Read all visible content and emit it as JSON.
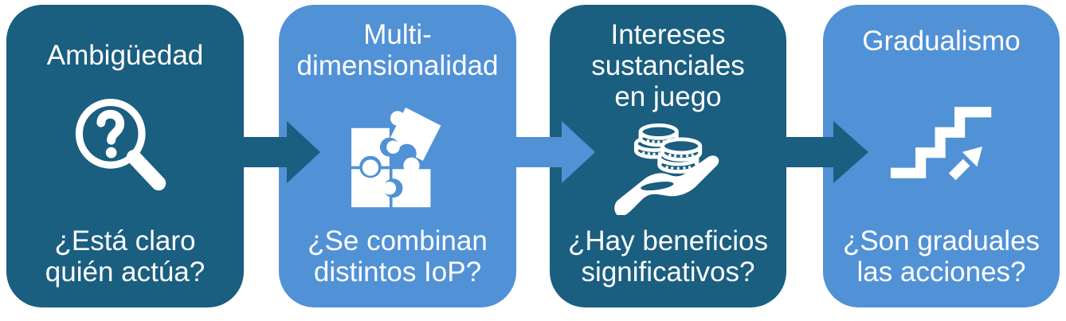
{
  "colors": {
    "dark_card": "#1A5E80",
    "light_card": "#5191D6",
    "text": "#FFFFFF",
    "background": "#FFFFFF"
  },
  "steps": [
    {
      "name": "ambiguedad",
      "theme": "dark",
      "icon": "magnifier-question-icon",
      "title_lines": [
        "Ambigüedad"
      ],
      "question_lines": [
        "¿Está claro",
        "quién actúa?"
      ]
    },
    {
      "name": "multidimensionalidad",
      "theme": "light",
      "icon": "puzzle-pieces-icon",
      "title_lines": [
        "Multi-",
        "dimensionalidad"
      ],
      "question_lines": [
        "¿Se combinan",
        "distintos IoP?"
      ]
    },
    {
      "name": "intereses-sustanciales",
      "theme": "dark",
      "icon": "coins-in-hand-icon",
      "title_lines": [
        "Intereses",
        "sustanciales",
        "en juego"
      ],
      "question_lines": [
        "¿Hay beneficios",
        "significativos?"
      ]
    },
    {
      "name": "gradualismo",
      "theme": "light",
      "icon": "stairs-growth-icon",
      "title_lines": [
        "Gradualismo"
      ],
      "question_lines": [
        "¿Son graduales",
        "las acciones?"
      ]
    }
  ],
  "arrows": [
    {
      "theme": "dark"
    },
    {
      "theme": "light"
    },
    {
      "theme": "dark"
    }
  ]
}
